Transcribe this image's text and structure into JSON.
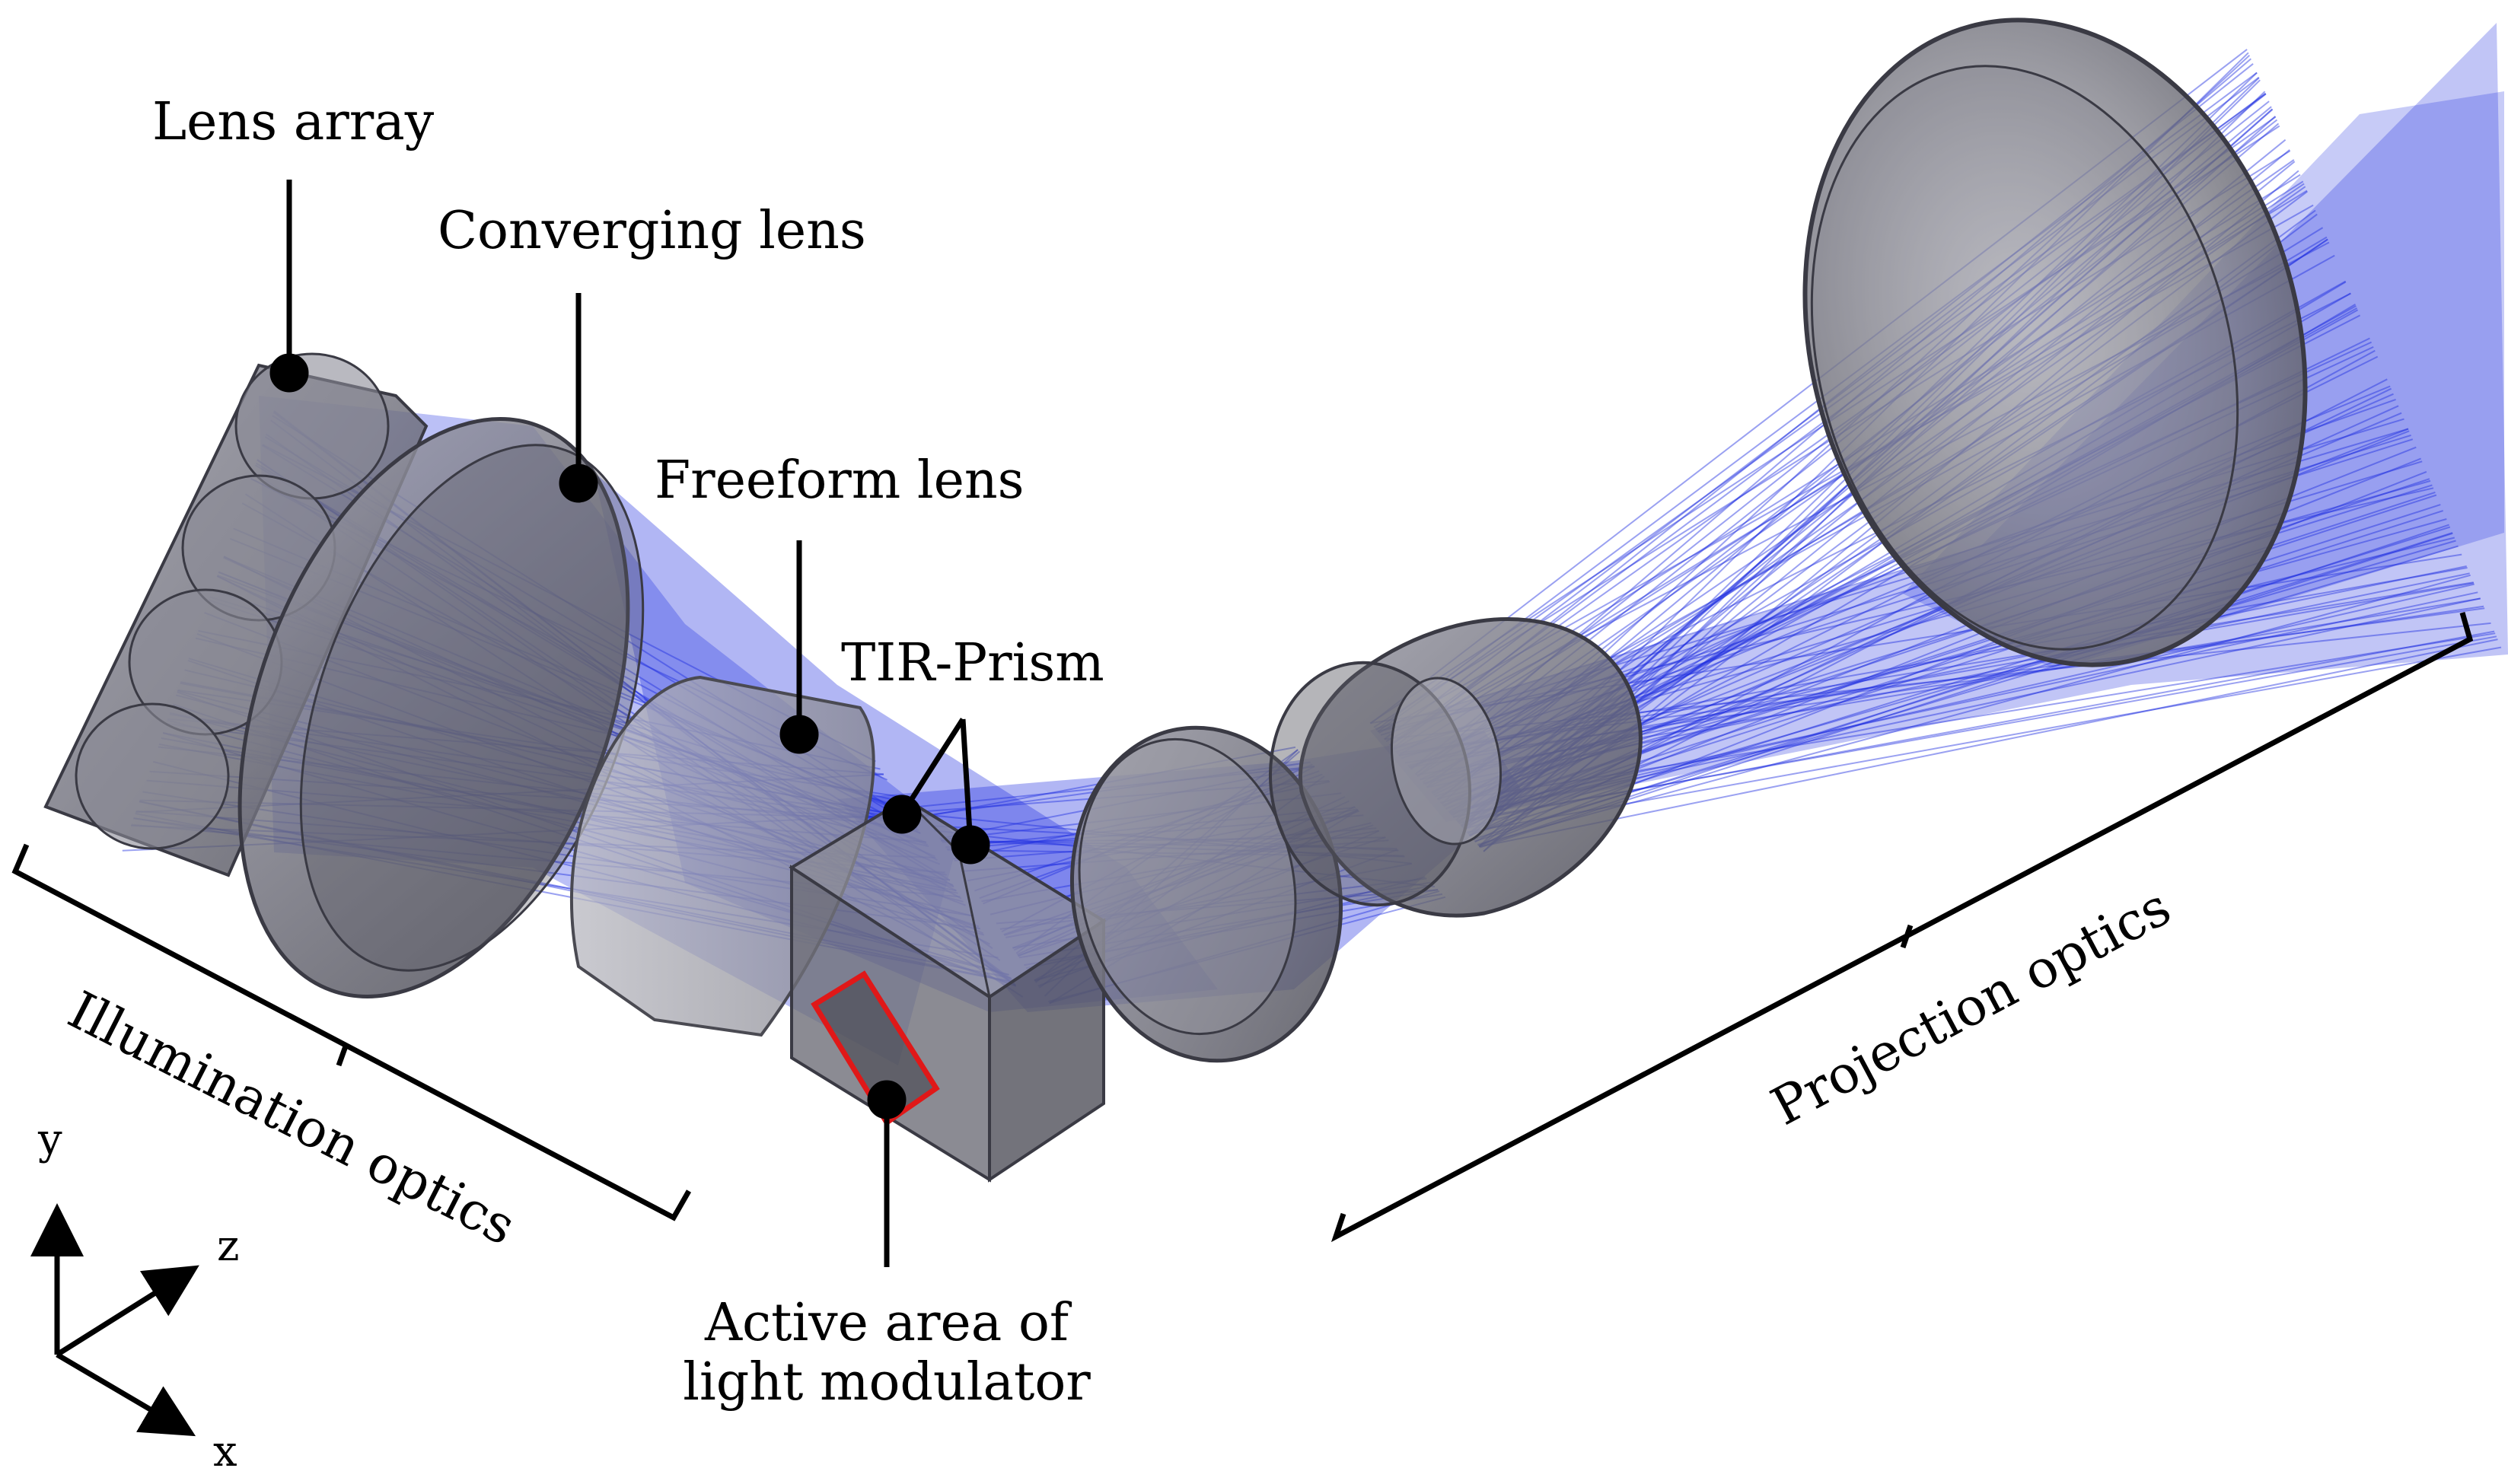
{
  "labels": {
    "lens_array": "Lens array",
    "converging_lens": "Converging lens",
    "freeform_lens": "Freeform lens",
    "tir_prism": "TIR-Prism",
    "active_area_line1": "Active area of",
    "active_area_line2": "light modulator",
    "illumination_optics": "Illumination optics",
    "projection_optics": "Projection optics"
  },
  "axes": {
    "x": "x",
    "y": "y",
    "z": "z"
  },
  "colors": {
    "ray": "#1f2fe0",
    "lens_fill": "#7a7a86",
    "lens_edge": "#3a3a44",
    "highlight": "#e01818",
    "ink": "#000000"
  }
}
